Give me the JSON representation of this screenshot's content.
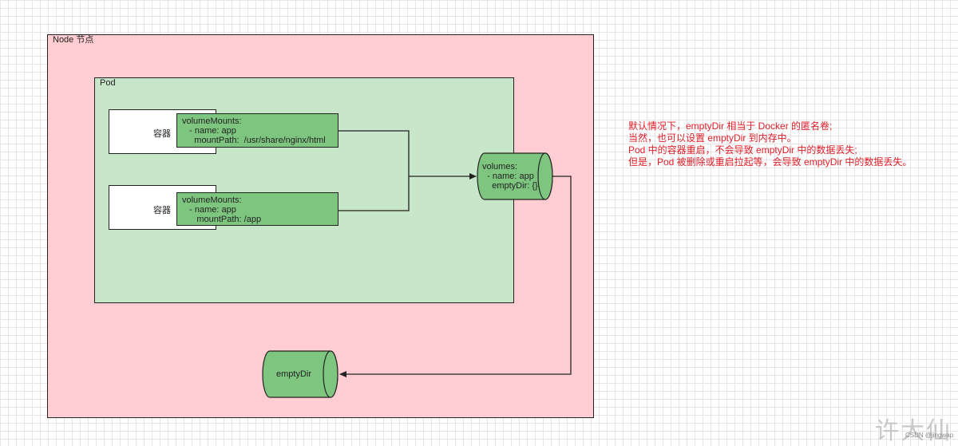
{
  "node": {
    "title": "Node 节点"
  },
  "pod": {
    "title": "Pod"
  },
  "containers": [
    {
      "label": "容器",
      "volume_mounts": "volumeMounts:\n   - name: app\n     mountPath:  /usr/share/nginx/html"
    },
    {
      "label": "容器",
      "volume_mounts": "volumeMounts:\n   - name: app\n      mountPath: /app"
    }
  ],
  "pod_volumes": {
    "text": "volumes:\n  - name: app\n    emptyDir: {}"
  },
  "empty_dir": {
    "label": "emptyDir"
  },
  "annotation": {
    "lines": [
      "默认情况下，emptyDir 相当于 Docker 的匿名卷;",
      "当然，也可以设置 emptyDir 到内存中。",
      "Pod 中的容器重启，不会导致 emptyDir 中的数据丢失;",
      "但是，Pod 被删除或重启拉起等，会导致 emptyDir 中的数据丢失。"
    ]
  },
  "colors": {
    "node_fill": "#ffcdd2",
    "pod_fill": "#c8e6c9",
    "volume_fill": "#7ec67f",
    "annotation_text": "#e0202a"
  },
  "watermark": {
    "main": "许大仙",
    "sub": "CSDN @jingwap"
  }
}
